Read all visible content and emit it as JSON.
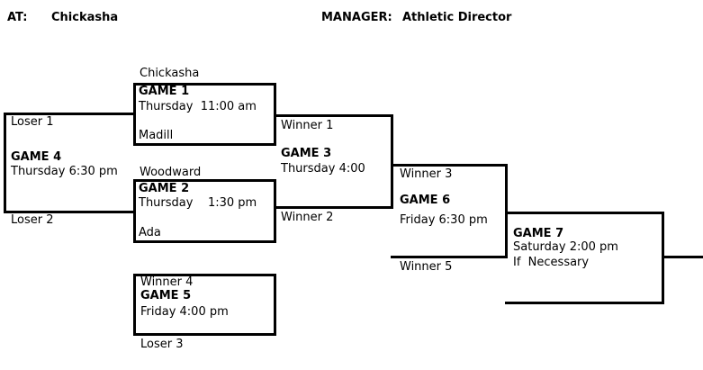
{
  "header": {
    "at_label": "AT:",
    "at_value": "Chickasha",
    "manager_label": "MANAGER:",
    "manager_value": "Athletic Director"
  },
  "games": {
    "game1": {
      "slot_top": "Chickasha",
      "title": "GAME 1",
      "schedule": "Thursday  11:00 am",
      "slot_bottom": "Madill"
    },
    "game2": {
      "slot_top": "Woodward",
      "title": "GAME 2",
      "schedule": "Thursday    1:30 pm",
      "slot_bottom": "Ada"
    },
    "game3": {
      "slot_top": "Winner 1",
      "title": "GAME 3",
      "schedule": "Thursday 4:00",
      "slot_bottom": "Winner 2"
    },
    "game4": {
      "slot_top": "Loser 1",
      "title": "GAME 4",
      "schedule": "Thursday 6:30 pm",
      "slot_bottom": "Loser 2"
    },
    "game5": {
      "slot_top": "Winner 4",
      "title": "GAME 5",
      "schedule": "Friday 4:00 pm",
      "slot_bottom": "Loser 3"
    },
    "game6": {
      "slot_top": "Winner 3",
      "title": "GAME 6",
      "schedule": "Friday 6:30 pm",
      "slot_bottom": "Winner 5"
    },
    "game7": {
      "title": "GAME 7",
      "schedule": "Saturday 2:00 pm",
      "note": "If  Necessary"
    }
  },
  "colors": {
    "line": "#000000",
    "text": "#000000",
    "background": "#ffffff"
  }
}
